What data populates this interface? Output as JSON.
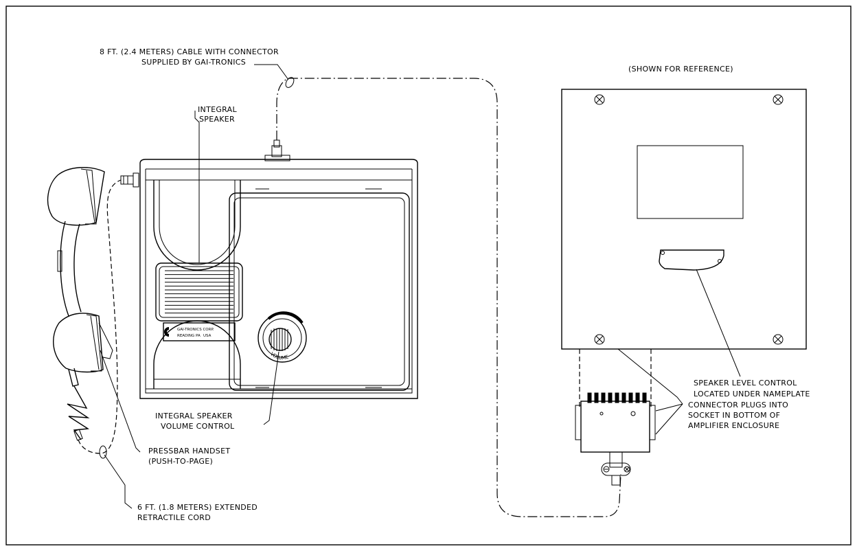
{
  "labels": {
    "cable_line1": "8 FT. (2.4 METERS) CABLE WITH CONNECTOR",
    "cable_line2": "SUPPLIED BY GAI-TRONICS",
    "speaker_line1": "INTEGRAL",
    "speaker_line2": "SPEAKER",
    "reference": "(SHOWN FOR REFERENCE)",
    "volume_line1": "INTEGRAL SPEAKER",
    "volume_line2": "VOLUME CONTROL",
    "handset_line1": "PRESSBAR HANDSET",
    "handset_line2": "(PUSH-TO-PAGE)",
    "cord_line1": "6 FT. (1.8 METERS) EXTENDED",
    "cord_line2": "RETRACTILE CORD",
    "level_line1": "SPEAKER LEVEL CONTROL",
    "level_line2": "LOCATED UNDER NAMEPLATE",
    "connector_line1": "CONNECTOR PLUGS INTO",
    "connector_line2": "SOCKET IN BOTTOM OF",
    "connector_line3": "AMPLIFIER ENCLOSURE"
  },
  "nameplate": {
    "line1": "GAI-TRONICS CORP.",
    "line2": "READING PA",
    "line3": "USA"
  },
  "knob_text": "VOLUME"
}
